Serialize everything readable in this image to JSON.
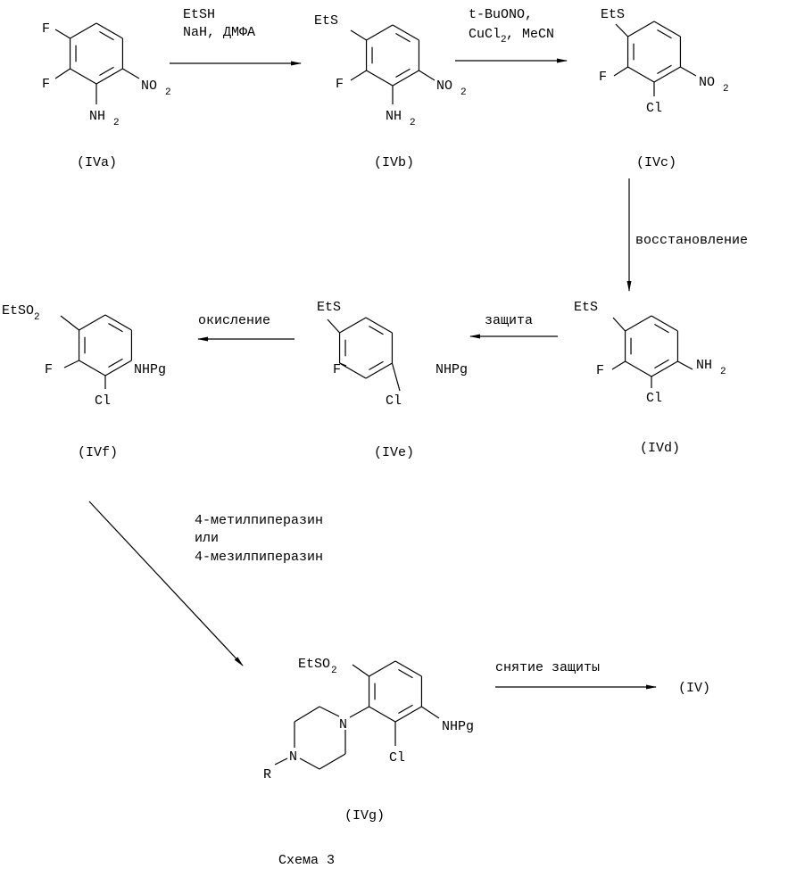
{
  "compounds": {
    "IVa": {
      "label": "(IVa)",
      "F1": "F",
      "F2": "F",
      "NH": "NH",
      "NO": "NO",
      "sub": "2"
    },
    "IVb": {
      "label": "(IVb)",
      "EtS": "EtS",
      "F": "F",
      "NH": "NH",
      "NO": "NO",
      "sub": "2"
    },
    "IVc": {
      "label": "(IVc)",
      "EtS": "EtS",
      "F": "F",
      "Cl": "Cl",
      "NO": "NO",
      "sub": "2"
    },
    "IVd": {
      "label": "(IVd)",
      "EtS": "EtS",
      "F": "F",
      "Cl": "Cl",
      "NH": "NH",
      "sub": "2"
    },
    "IVe": {
      "label": "(IVe)",
      "EtS": "EtS",
      "F": "F",
      "Cl": "Cl",
      "NHPg": "NHPg"
    },
    "IVf": {
      "label": "(IVf)",
      "EtSO": "EtSO",
      "sub": "2",
      "F": "F",
      "Cl": "Cl",
      "NHPg": "NHPg"
    },
    "IVg": {
      "label": "(IVg)",
      "EtSO": "EtSO",
      "sub": "2",
      "Cl": "Cl",
      "NHPg": "NHPg",
      "N1": "N",
      "N2": "N",
      "R": "R"
    }
  },
  "steps": {
    "s1": {
      "line1": "EtSH",
      "line2": "NaH, ДМФА"
    },
    "s2": {
      "line1": "t-BuONO,",
      "line2a": "CuCl",
      "sub": "2",
      "line2b": ", MeCN"
    },
    "s3": {
      "text": "восстановление"
    },
    "s4": {
      "text": "защита"
    },
    "s5": {
      "text": "окисление"
    },
    "s6": {
      "line1": "4-метилпиперазин",
      "line2": "или",
      "line3": "4-мезилпиперазин"
    },
    "s7": {
      "text": "снятие защиты"
    }
  },
  "product": "(IV)",
  "caption": "Схема 3"
}
